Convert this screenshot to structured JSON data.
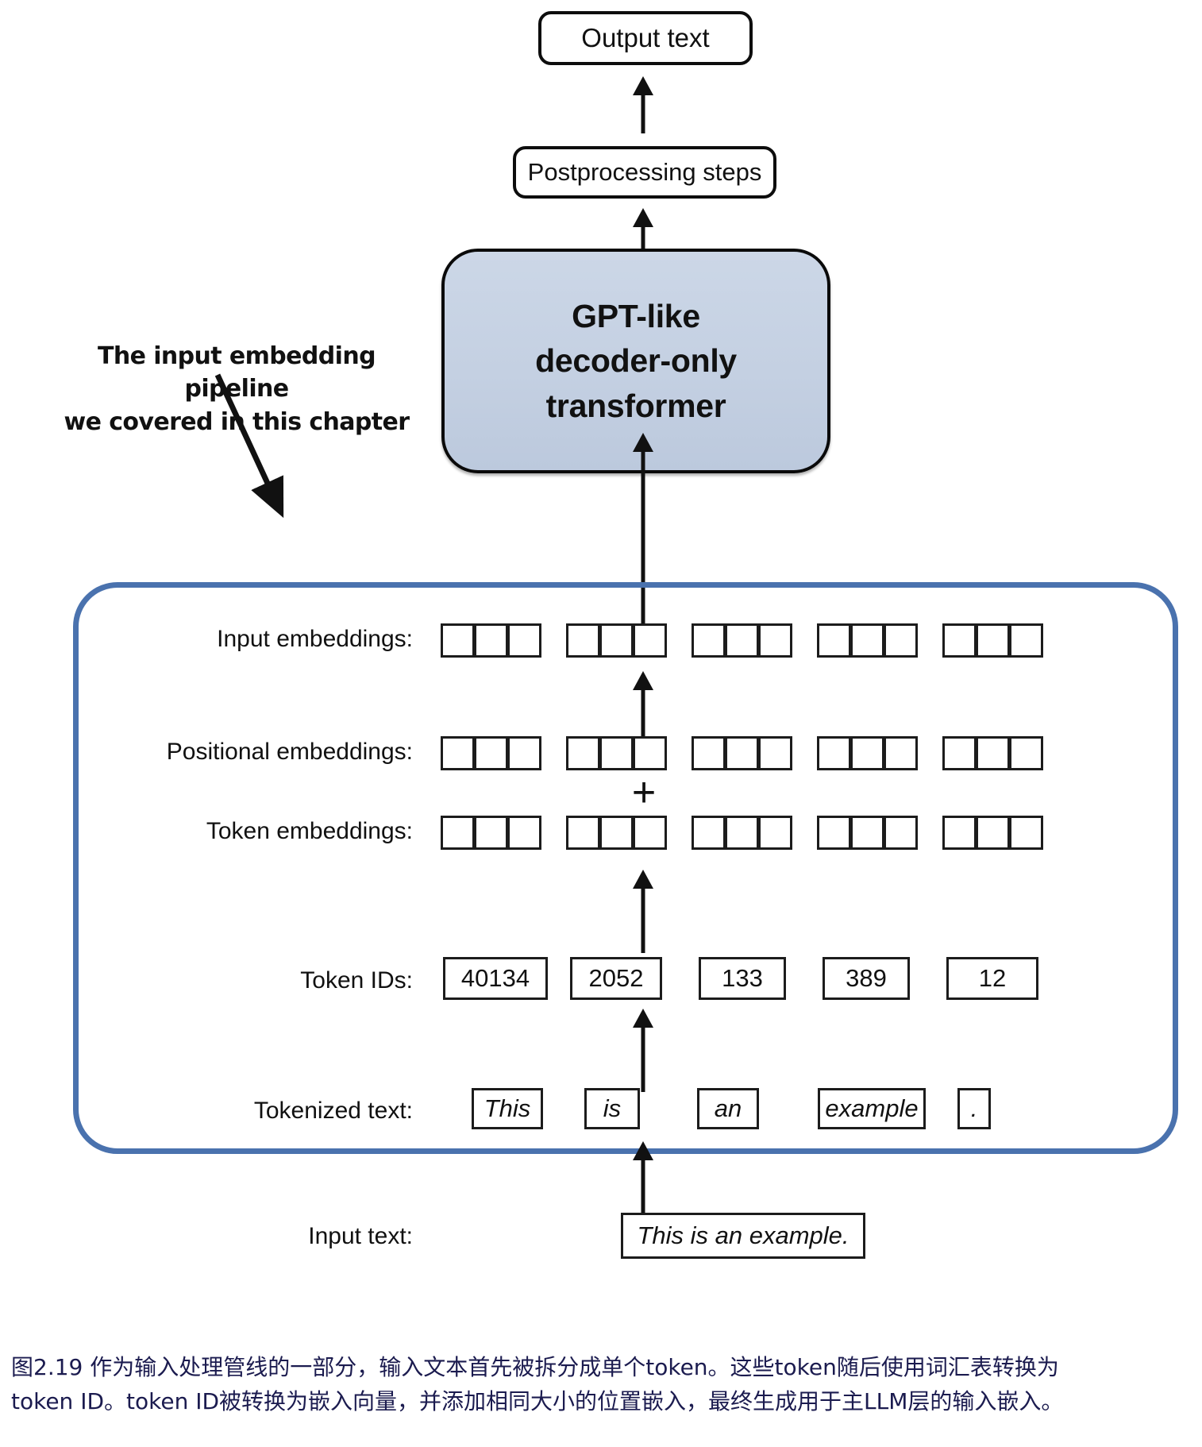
{
  "figure": {
    "caption_line1": "图2.19 作为输入处理管线的一部分，输入文本首先被拆分成单个token。这些token随后使用词汇表转换为",
    "caption_line2": "token ID。token ID被转换为嵌入向量，并添加相同大小的位置嵌入，最终生成用于主LLM层的输入嵌入。",
    "caption_color": "#1b1b4f"
  },
  "top_flow": {
    "output_text": "Output text",
    "postprocessing": "Postprocessing steps",
    "transformer": "GPT-like\ndecoder-only\ntransformer",
    "transformer_fill": "#c4d0e2"
  },
  "annotation": {
    "line1": "The input embedding pipeline",
    "line2": "we covered in this chapter"
  },
  "pipeline": {
    "border_color": "#4a72ae",
    "operator_plus": "+",
    "rows": {
      "input_embeddings": {
        "label": "Input embeddings:",
        "group_count": 5,
        "cells_per_group": 3
      },
      "positional_embeddings": {
        "label": "Positional embeddings:",
        "group_count": 5,
        "cells_per_group": 3
      },
      "token_embeddings": {
        "label": "Token embeddings:",
        "group_count": 5,
        "cells_per_group": 3
      },
      "token_ids": {
        "label": "Token IDs:",
        "values": [
          "40134",
          "2052",
          "133",
          "389",
          "12"
        ]
      },
      "tokenized_text": {
        "label": "Tokenized text:",
        "values": [
          "This",
          "is",
          "an",
          "example",
          "."
        ]
      },
      "input_text": {
        "label": "Input text:",
        "value": "This is an example."
      }
    }
  }
}
